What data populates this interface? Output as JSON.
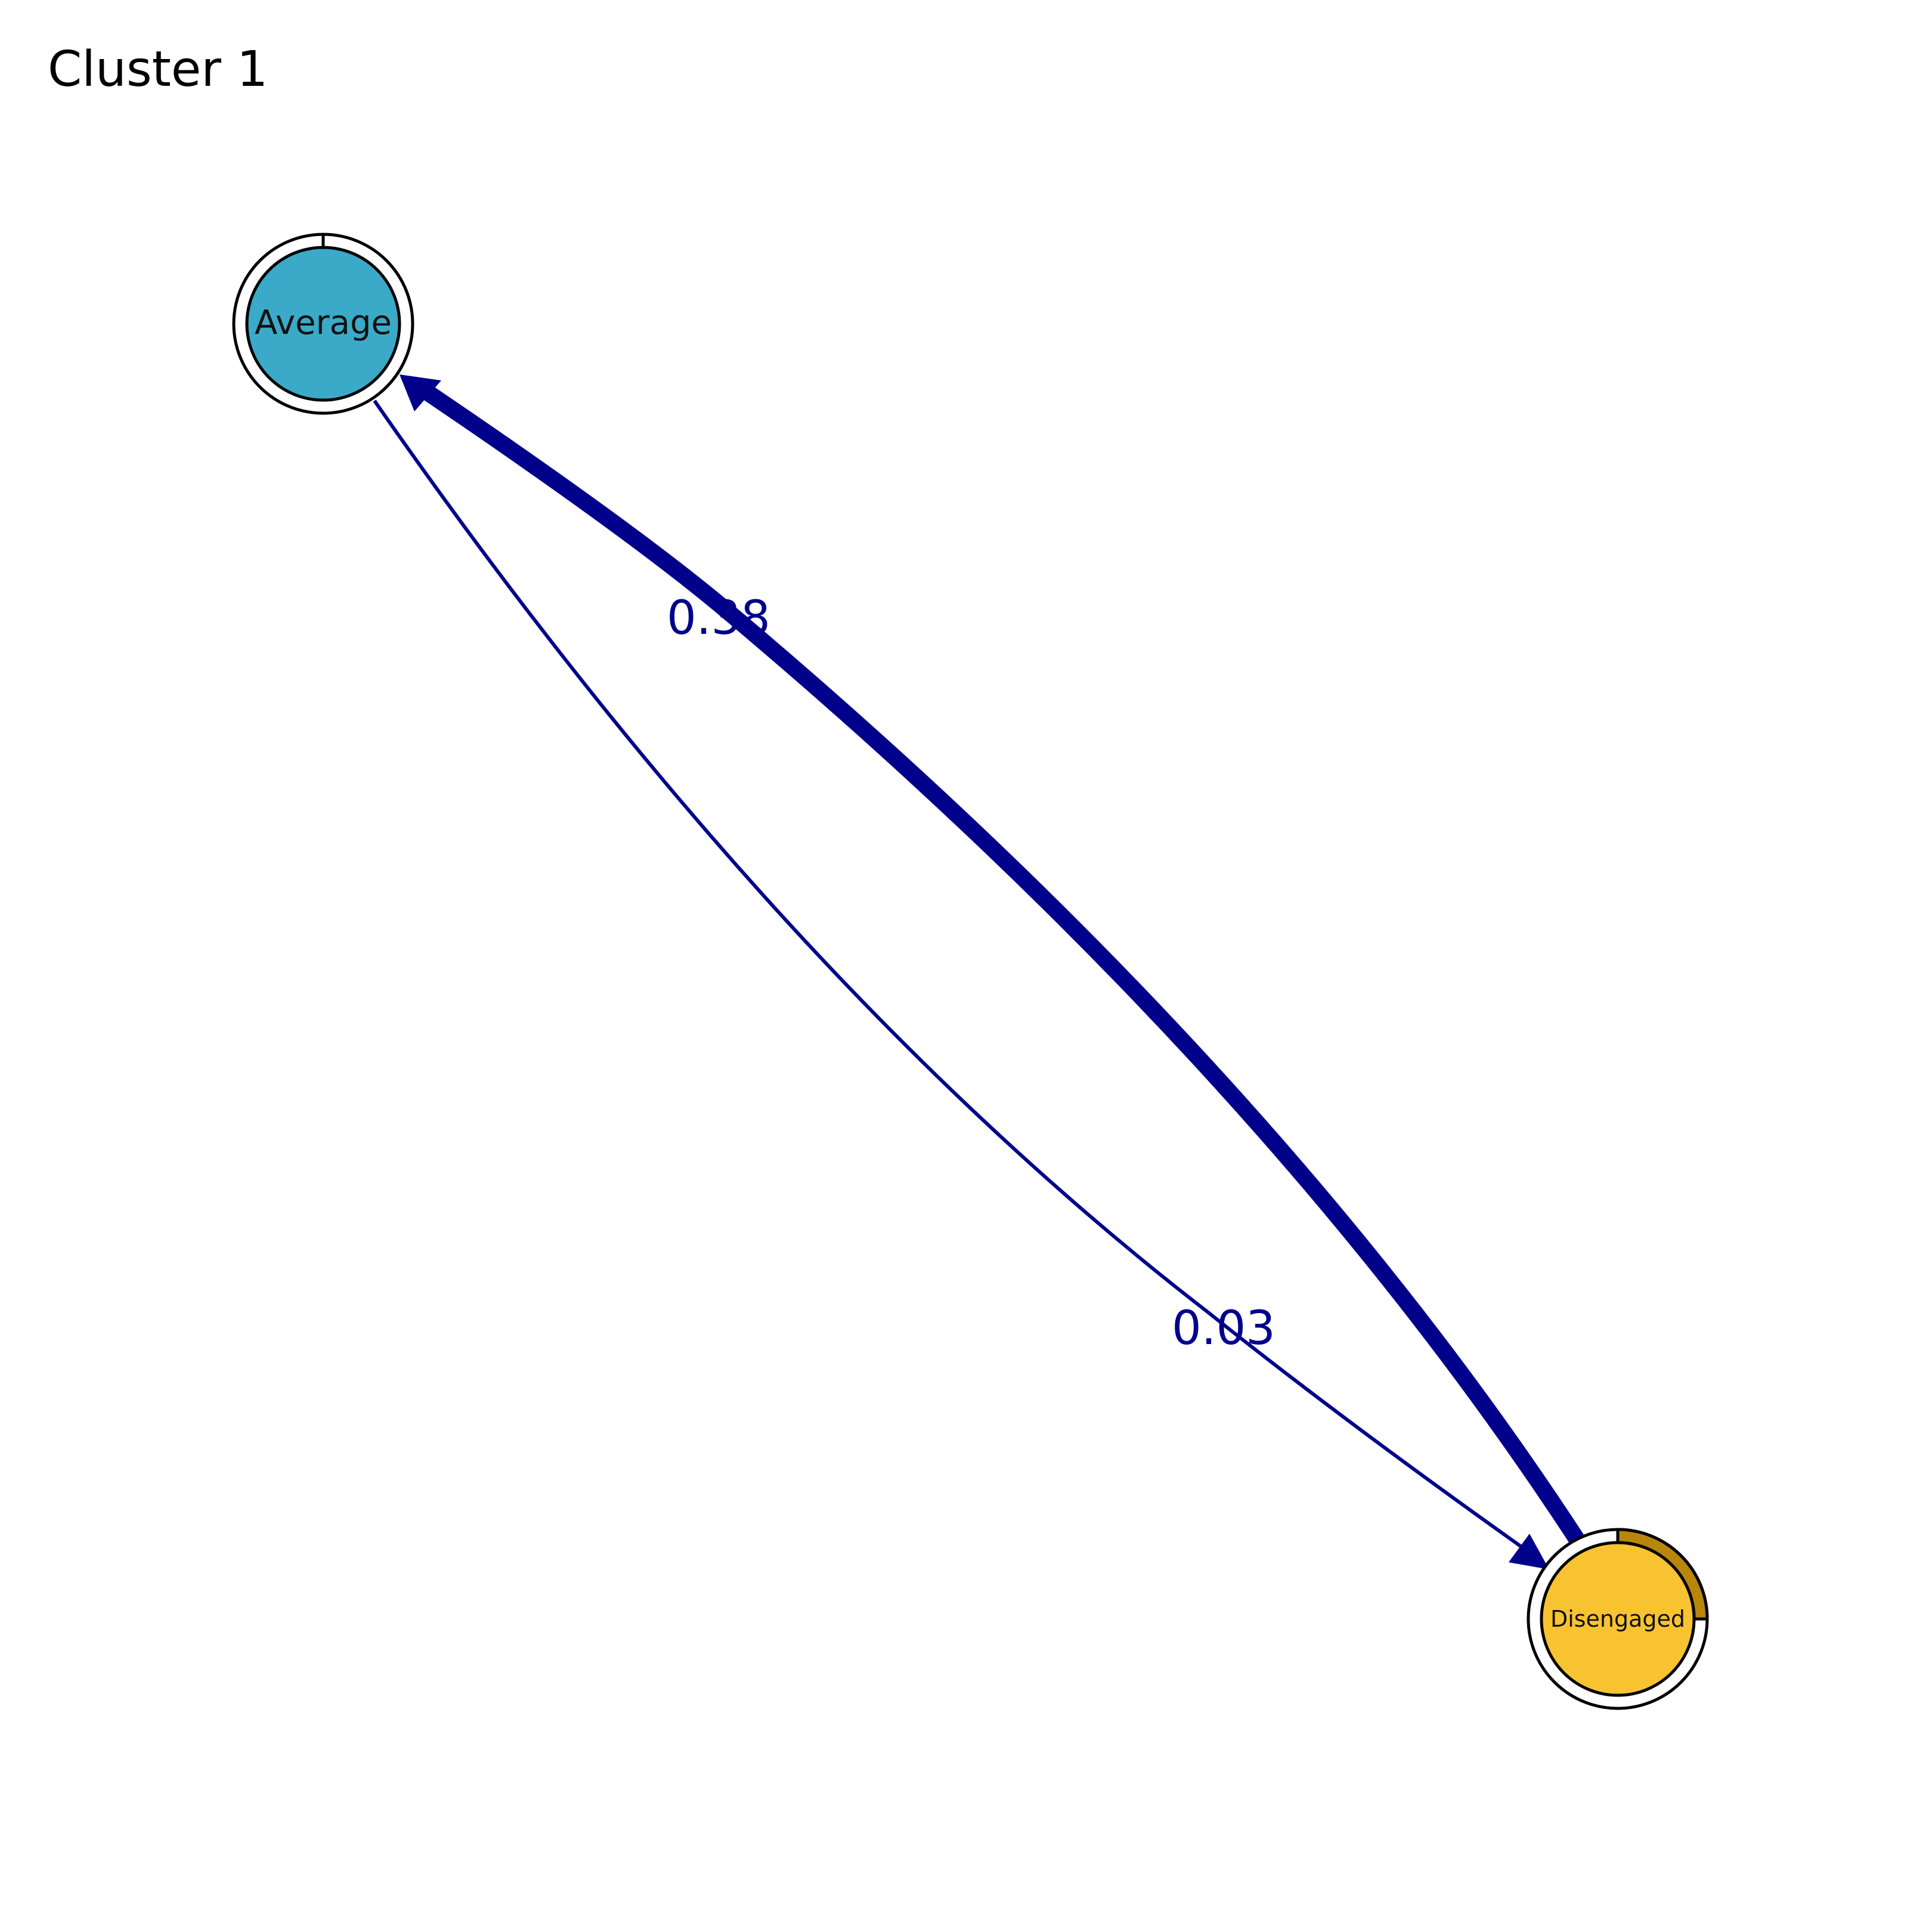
{
  "title": "Cluster 1",
  "colors": {
    "edge": "#00008b",
    "node_outline": "#000000",
    "pie_fill": "#b8860b"
  },
  "nodes": [
    {
      "id": "average",
      "label": "Average",
      "fill": "#3aaac8",
      "pie_fraction": 0.0
    },
    {
      "id": "disengaged",
      "label": "Disengaged",
      "fill": "#f8c330",
      "pie_fraction": 0.25
    }
  ],
  "edges": [
    {
      "from": "disengaged",
      "to": "average",
      "weight": 0.38,
      "label": "0.38"
    },
    {
      "from": "average",
      "to": "disengaged",
      "weight": 0.03,
      "label": "0.03"
    }
  ]
}
